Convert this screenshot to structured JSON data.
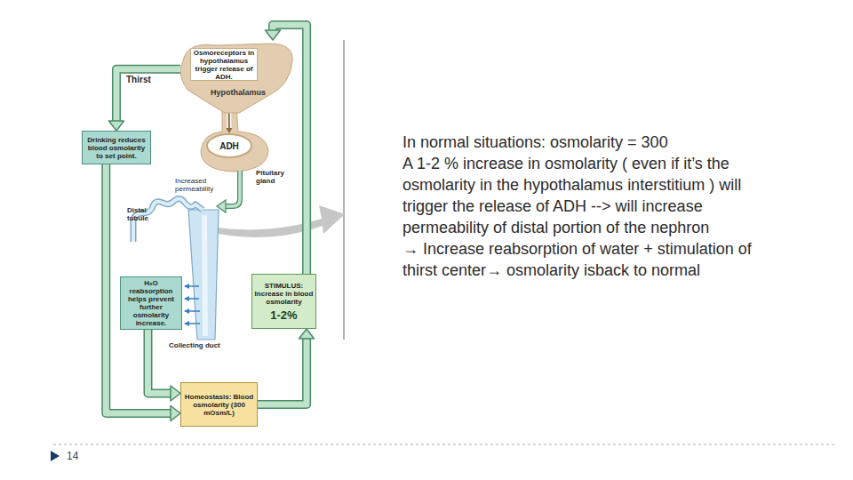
{
  "diagram": {
    "nodes": [
      {
        "text": [
          "Hypothalamus"
        ]
      },
      {
        "text": [
          "Osmoreceptors in hypothalamus trigger release of ADH."
        ],
        "in": 0
      },
      {
        "text": [
          "Drinking reduces blood osmolarity to set point."
        ]
      },
      {
        "text": [
          "ADH"
        ]
      },
      {
        "text": [
          "H₂O reabsorption helps prevent further osmolarity increase."
        ]
      },
      {
        "text": [
          "STIMULUS: Increase in blood osmolarity",
          "1-2%"
        ]
      },
      {
        "text": [
          "Homeostasis: Blood osmolarity (300 mOsm/L)"
        ]
      }
    ],
    "edges": [
      {
        "from": 6,
        "to": 5,
        "arrow": "to"
      },
      {
        "from": 5,
        "to": 0,
        "arrow": "to"
      },
      {
        "from": 0,
        "to": 2,
        "label": "Thirst",
        "arrow": "to"
      },
      {
        "from": 2,
        "to": 6,
        "arrow": "to"
      },
      {
        "from": 0,
        "to": 3,
        "arrow": "to"
      },
      {
        "from": 4,
        "to": 6,
        "arrow": "to"
      }
    ],
    "labels": [
      "Pituitary gland",
      "Increased permeability",
      "Distal tubule",
      "Collecting duct",
      "In normal situations: osmolarity = 300",
      "A 1-2 % increase in osmolarity ( even if it’s the osmolarity in the hypothalamus interstitium ) will trigger the release of ADH --> will increase permeability of distal portion of the nephron",
      "→ Increase reabsorption of water + stimulation of thirst center→ osmolarity isback to normal",
      "14"
    ]
  }
}
